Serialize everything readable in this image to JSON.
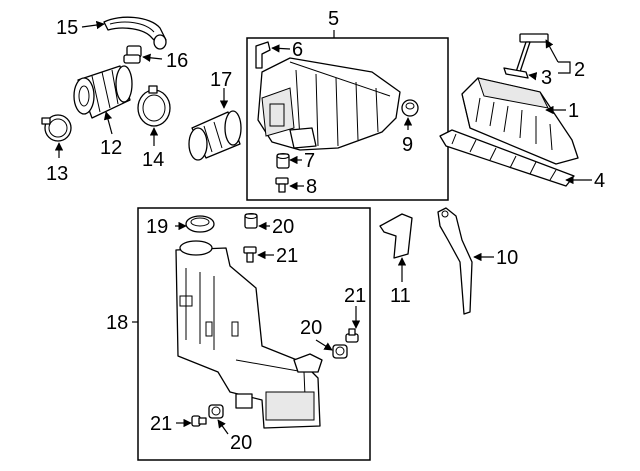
{
  "callouts": {
    "c1": "1",
    "c2": "2",
    "c3": "3",
    "c4": "4",
    "c5": "5",
    "c6": "6",
    "c7": "7",
    "c8": "8",
    "c9": "9",
    "c10": "10",
    "c11": "11",
    "c12": "12",
    "c13": "13",
    "c14": "14",
    "c15": "15",
    "c16": "16",
    "c17": "17",
    "c18": "18",
    "c19": "19",
    "c20a": "20",
    "c20b": "20",
    "c20c": "20",
    "c21a": "21",
    "c21b": "21",
    "c21c": "21"
  }
}
